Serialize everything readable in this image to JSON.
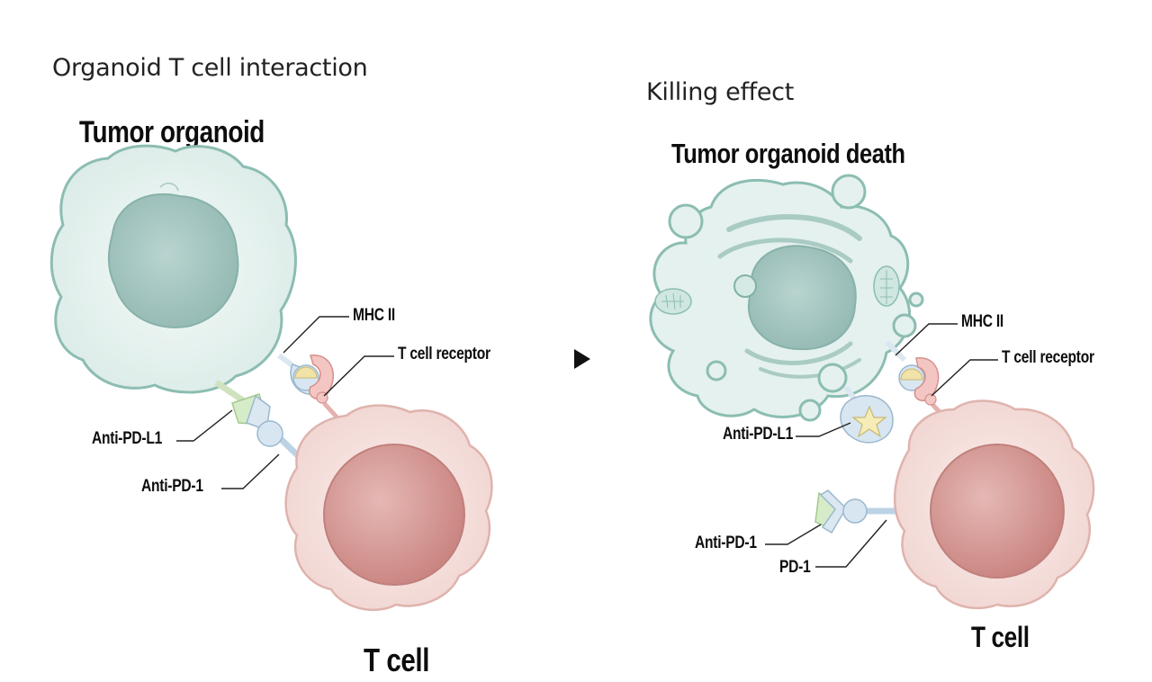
{
  "left_panel": {
    "title": "Organoid T cell interaction",
    "tumor_label": "Tumor organoid",
    "tcell_label": "T cell",
    "labels": {
      "mhc": "MHC II",
      "tcr": "T cell receptor",
      "anti_pdl1": "Anti-PD-L1",
      "anti_pd1": "Anti-PD-1"
    }
  },
  "arrow_icon": "play-arrow-icon",
  "right_panel": {
    "title": "Killing effect",
    "tumor_label": "Tumor organoid death",
    "tcell_label": "T cell",
    "labels": {
      "mhc": "MHC II",
      "tcr": "T cell receptor",
      "anti_pdl1": "Anti-PD-L1",
      "anti_pd1": "Anti-PD-1",
      "pd1": "PD-1"
    }
  },
  "colors": {
    "tumor_fill": "#e4f1ee",
    "tumor_stroke": "#8cbdb2",
    "nucleus_fill": "#a9c9c4",
    "tcell_fill": "#f5e1de",
    "tcell_stroke": "#e0b6b0",
    "tcell_nucleus": "#d49a97",
    "receptor_blue": "#d8e6f2",
    "antibody_green": "#d6ecc8",
    "tcr_pink": "#f3c6c4",
    "peptide_yellow": "#f1e2a8"
  }
}
